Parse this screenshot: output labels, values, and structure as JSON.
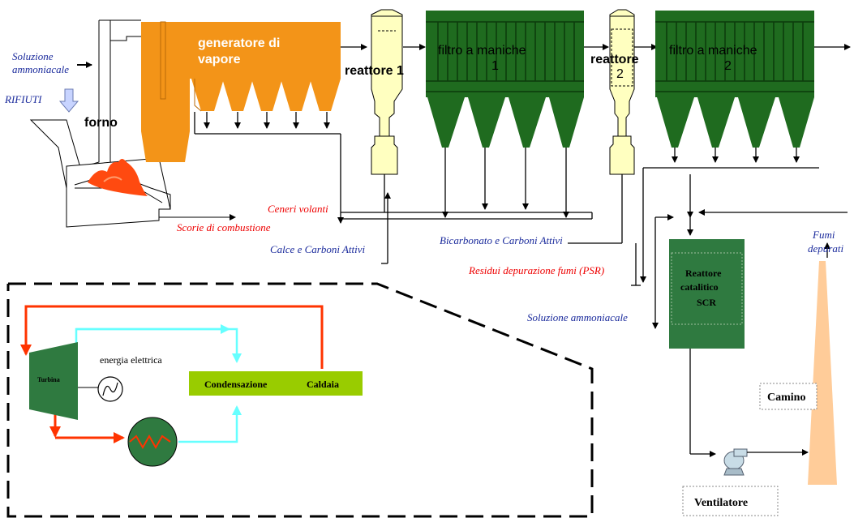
{
  "labels": {
    "soluzione_ammoniacale_top": [
      "Soluzione",
      "ammoniacale"
    ],
    "rifiuti": "RIFIUTI",
    "forno": "forno",
    "generatore": [
      "generatore di",
      "vapore"
    ],
    "reattore1": "reattore 1",
    "filtro1": [
      "filtro a maniche",
      "1"
    ],
    "reattore2": [
      "reattore",
      "2"
    ],
    "filtro2": [
      "filtro a maniche",
      "2"
    ],
    "ceneri_volanti": "Ceneri volanti",
    "scorie": "Scorie di combustione",
    "calce": "Calce e Carboni Attivi",
    "bicarbonato": "Bicarbonato e Carboni Attivi",
    "residui": "Residui depurazione fumi (PSR)",
    "soluzione_ammoniacale_bottom": "Soluzione ammoniacale",
    "reattore_scr": [
      "Reattore",
      "catalitico",
      "SCR"
    ],
    "fumi_depurati": [
      "Fumi",
      "depurati"
    ],
    "camino": "Camino",
    "ventilatore": "Ventilatore",
    "turbina": "Turbina",
    "energia_elettrica": "energia elettrica",
    "condensazione": "Condensazione",
    "caldaia": "Caldaia"
  },
  "colors": {
    "orange": "#f39418",
    "dark_green": "#1f6b1f",
    "green_grid": "#0c3b0c",
    "light_yellow": "#ffffc0",
    "lime": "#99cc00",
    "red_flow": "#ff3300",
    "cyan_flow": "#66ffff",
    "peach": "#ffcc99",
    "scr_green": "#2f7a40",
    "label_blue": "#1a2a9c",
    "label_red": "#ee0000"
  }
}
